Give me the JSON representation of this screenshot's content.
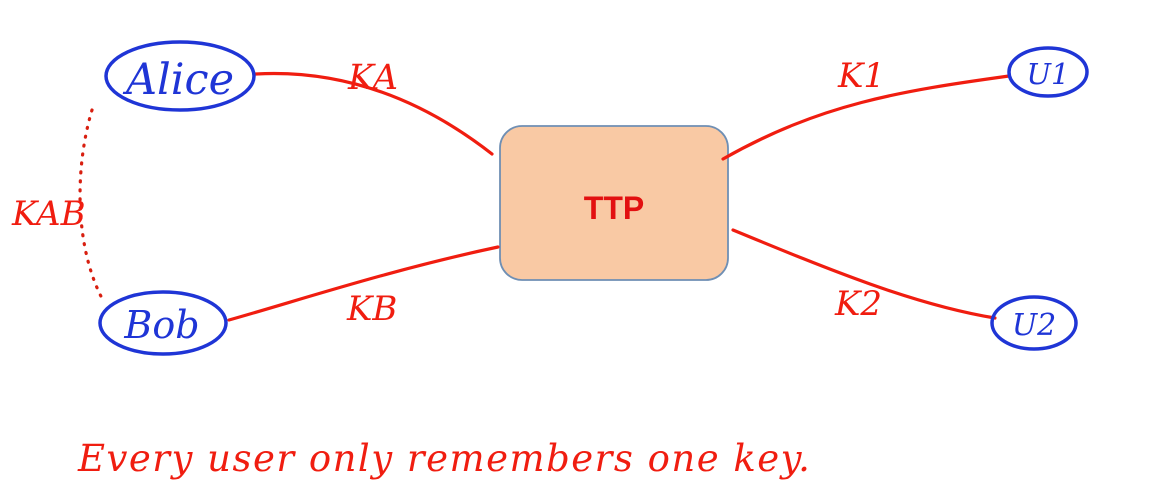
{
  "nodes": {
    "alice": "Alice",
    "bob": "Bob",
    "u1": "U1",
    "u2": "U2",
    "ttp": "TTP"
  },
  "keys": {
    "ka": "KA",
    "kb": "KB",
    "k1": "K1",
    "k2": "K2",
    "kab": "KAB"
  },
  "caption": "Every user only remembers one key.",
  "colors": {
    "user_ink": "#1f35d6",
    "key_ink": "#f01d10",
    "ttp_fill": "#f9c9a4",
    "ttp_border": "#6f8fb4"
  }
}
